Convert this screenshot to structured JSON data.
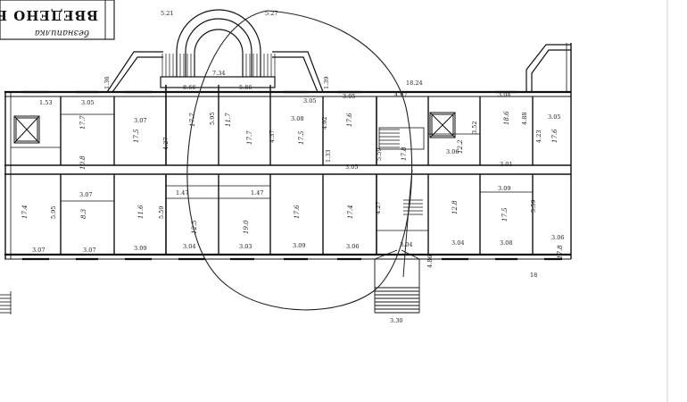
{
  "stamp": {
    "lines": [
      "ВВЕДЕНО В",
      "безнапилка"
    ]
  },
  "dimensions": {
    "top_521": "5.21",
    "top_527": "5.27",
    "d_734": "7.34",
    "d_1824": "18.24",
    "d_866": "8.66",
    "d_586": "5.86",
    "d_407": "4.07",
    "d_304": "3.04",
    "d_136": "1.36",
    "d_153": "1.53",
    "d_139": "1.39",
    "d_305a": "3.05",
    "d_305b": "3.05",
    "d_305c": "3.05",
    "d_305d": "3.05",
    "d_305e": "3.05",
    "d_307a": "3.07",
    "d_307b": "3.07",
    "d_307c": "3.07",
    "d_307d": "3.07",
    "d_308a": "3.08",
    "d_308b": "3.08",
    "d_306a": "3.06",
    "d_306b": "3.06",
    "d_306c": "3.06",
    "d_309a": "3.09",
    "d_309b": "3.09",
    "d_309c": "3.09",
    "d_301": "3.01",
    "d_303": "3.03",
    "d_304b": "3.04",
    "d_304c": "3.04",
    "d_304d": "3.04",
    "d_427a": "4.27",
    "d_427b": "4.27",
    "d_437": "4.37",
    "d_402": "4.02",
    "d_595a": "5.95",
    "d_595b": "5.95",
    "d_559a": "5.59",
    "d_559b": "5.59",
    "d_559c": "5.59",
    "d_352": "3.52",
    "d_133": "1.33",
    "d_147a": "1.47",
    "d_147b": "1.47",
    "d_330": "3.30",
    "d_18": "18",
    "d_423": "4.23",
    "d_488": "4.88",
    "d_486": "4.86"
  },
  "room_areas": {
    "r1": "17.7",
    "r2": "17.5",
    "r3": "10.8",
    "r4": "17.7",
    "r5": "11.7",
    "r6": "17.7",
    "r7": "17.5",
    "r8": "17.6",
    "r9": "17.8",
    "r10": "18.6",
    "r11": "17.6",
    "r12": "12.2",
    "r13": "17.4",
    "r14": "8.3",
    "r15": "11.6",
    "r16": "12.5",
    "r17": "19.0",
    "r18": "17.6",
    "r19": "17.4",
    "r20": "12.8",
    "r21": "17.5",
    "r22": "17.8"
  }
}
